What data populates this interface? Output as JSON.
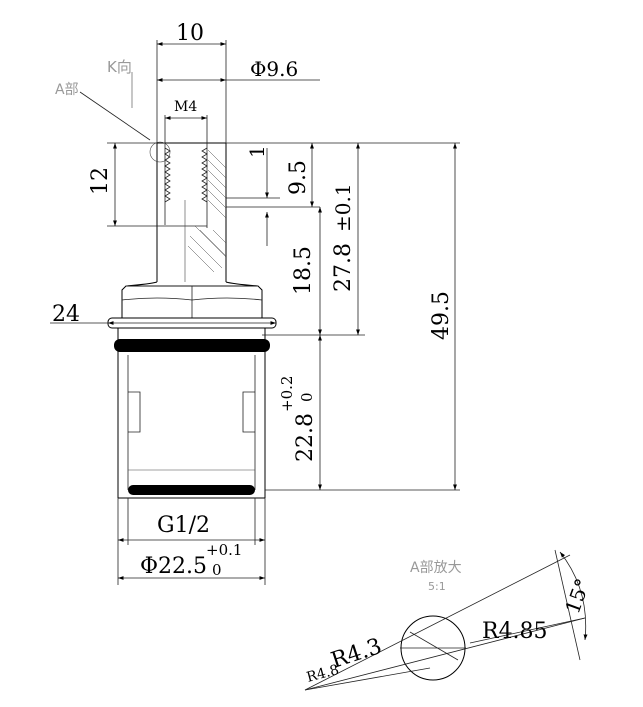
{
  "drawing": {
    "top_width": "10",
    "top_view_label": "K向",
    "detail_pointer_label": "A部",
    "outer_diameter": "Φ9.6",
    "thread": "M4",
    "height_12": "12",
    "dim_1": "1",
    "dim_9_5": "9.5",
    "dim_18_5": "18.5",
    "dim_27_8": "27.8",
    "tol_27_8": "±0.1",
    "total_height": "49.5",
    "hex_width": "24",
    "body_length": "22.8",
    "body_tol_upper": "+0.2",
    "body_tol_lower": "0",
    "thread_label": "G1/2",
    "body_diameter": "Φ22.5",
    "diameter_tol_upper": "+0.1",
    "diameter_tol_lower": "0"
  },
  "detail": {
    "title": "A部放大",
    "scale": "5:1",
    "r_4_3": "R4.3",
    "r_4_8": "R4.8",
    "r_4_85": "R4.85",
    "angle": "15°"
  }
}
